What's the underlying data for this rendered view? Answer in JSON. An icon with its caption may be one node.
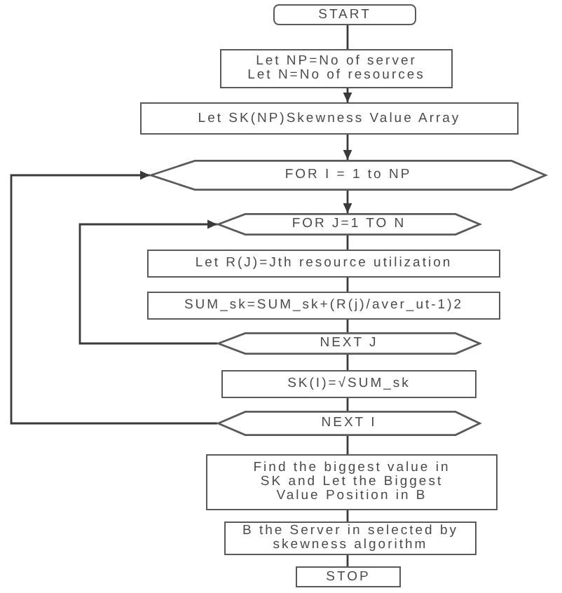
{
  "diagram": {
    "nodes": [
      {
        "text": [
          "START"
        ]
      },
      {
        "text": [
          "Let NP=No of server",
          "Let N=No of resources"
        ]
      },
      {
        "text": [
          "Let SK(NP)Skewness Value Array"
        ]
      },
      {
        "text": [
          "FOR I = 1 to NP"
        ]
      },
      {
        "text": [
          "FOR J=1 TO N"
        ]
      },
      {
        "text": [
          "Let R(J)=Jth resource utilization"
        ]
      },
      {
        "text": [
          "SUM_sk=SUM_sk+(R(j)/aver_ut-1)2"
        ]
      },
      {
        "text": [
          "NEXT J"
        ]
      },
      {
        "text": [
          "SK(I)=√SUM_sk"
        ]
      },
      {
        "text": [
          "NEXT I"
        ]
      },
      {
        "text": [
          "Find the biggest value in SK and Let the Biggest Value Position in B"
        ]
      },
      {
        "text": [
          "B the Server in selected by skewness algorithm"
        ]
      },
      {
        "text": [
          "STOP"
        ]
      }
    ],
    "edges": [
      {
        "from": 0,
        "to": 1,
        "arrow": "none"
      },
      {
        "from": 1,
        "to": 2,
        "arrow": "to"
      },
      {
        "from": 2,
        "to": 3,
        "arrow": "to"
      },
      {
        "from": 3,
        "to": 4,
        "arrow": "to"
      },
      {
        "from": 4,
        "to": 5,
        "arrow": "none"
      },
      {
        "from": 5,
        "to": 6,
        "arrow": "none"
      },
      {
        "from": 6,
        "to": 7,
        "arrow": "none"
      },
      {
        "from": 7,
        "to": 4,
        "arrow": "to"
      },
      {
        "from": 7,
        "to": 8,
        "arrow": "none"
      },
      {
        "from": 8,
        "to": 9,
        "arrow": "none"
      },
      {
        "from": 9,
        "to": 3,
        "arrow": "to"
      },
      {
        "from": 9,
        "to": 10,
        "arrow": "none"
      },
      {
        "from": 10,
        "to": 11,
        "arrow": "none"
      },
      {
        "from": 11,
        "to": 12,
        "arrow": "none"
      }
    ]
  }
}
